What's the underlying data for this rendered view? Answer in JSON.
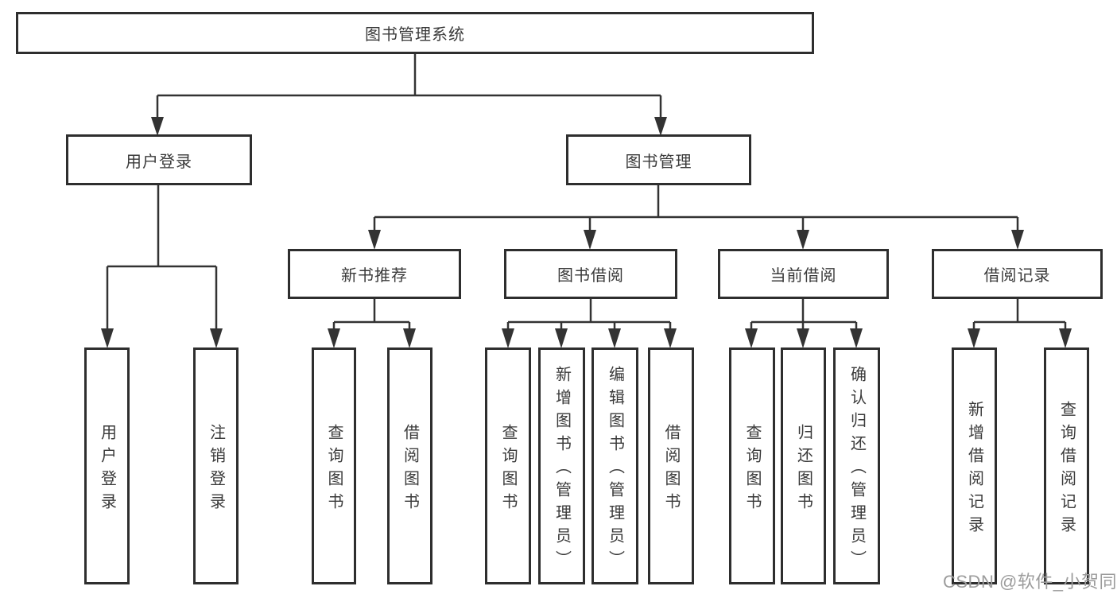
{
  "tree": {
    "root": {
      "label": "图书管理系统"
    },
    "branches": [
      {
        "label": "用户登录",
        "children": [
          {
            "label": "用户登录"
          },
          {
            "label": "注销登录"
          }
        ]
      },
      {
        "label": "图书管理",
        "sections": [
          {
            "label": "新书推荐",
            "children": [
              {
                "label": "查询图书"
              },
              {
                "label": "借阅图书"
              }
            ]
          },
          {
            "label": "图书借阅",
            "children": [
              {
                "label": "查询图书"
              },
              {
                "label": "新增图书（管理员）"
              },
              {
                "label": "编辑图书（管理员）"
              },
              {
                "label": "借阅图书"
              }
            ]
          },
          {
            "label": "当前借阅",
            "children": [
              {
                "label": "查询图书"
              },
              {
                "label": "归还图书"
              },
              {
                "label": "确认归还（管理员）"
              }
            ]
          },
          {
            "label": "借阅记录",
            "children": [
              {
                "label": "新增借阅记录"
              },
              {
                "label": "查询借阅记录"
              }
            ]
          }
        ]
      }
    ]
  },
  "watermark": {
    "text": "CSDN @软件_小贺同学"
  },
  "colors": {
    "line": "#333333",
    "border": "#2e2e2e",
    "text": "#3a3a3a",
    "watermark": "#9c9c9c",
    "background": "#ffffff"
  }
}
